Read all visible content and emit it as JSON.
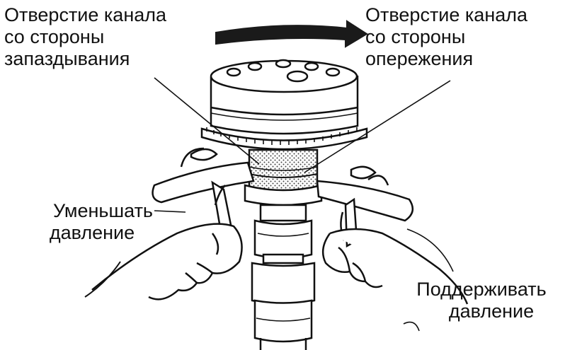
{
  "labels": {
    "retard_port": [
      "Отверстие канала",
      "со стороны",
      "запаздывания"
    ],
    "advance_port": [
      "Отверстие канала",
      "со стороны",
      "опережения"
    ],
    "reduce_pressure": [
      "Уменьшать",
      "давление"
    ],
    "hold_pressure": [
      "Поддерживать",
      "давление"
    ]
  },
  "colors": {
    "ink": "#111111",
    "arrow": "#1a1a1a",
    "paper": "#ffffff",
    "mesh": "#cfcfcf"
  },
  "icons": {
    "rotation_arrow": "curved-arrow-right"
  }
}
